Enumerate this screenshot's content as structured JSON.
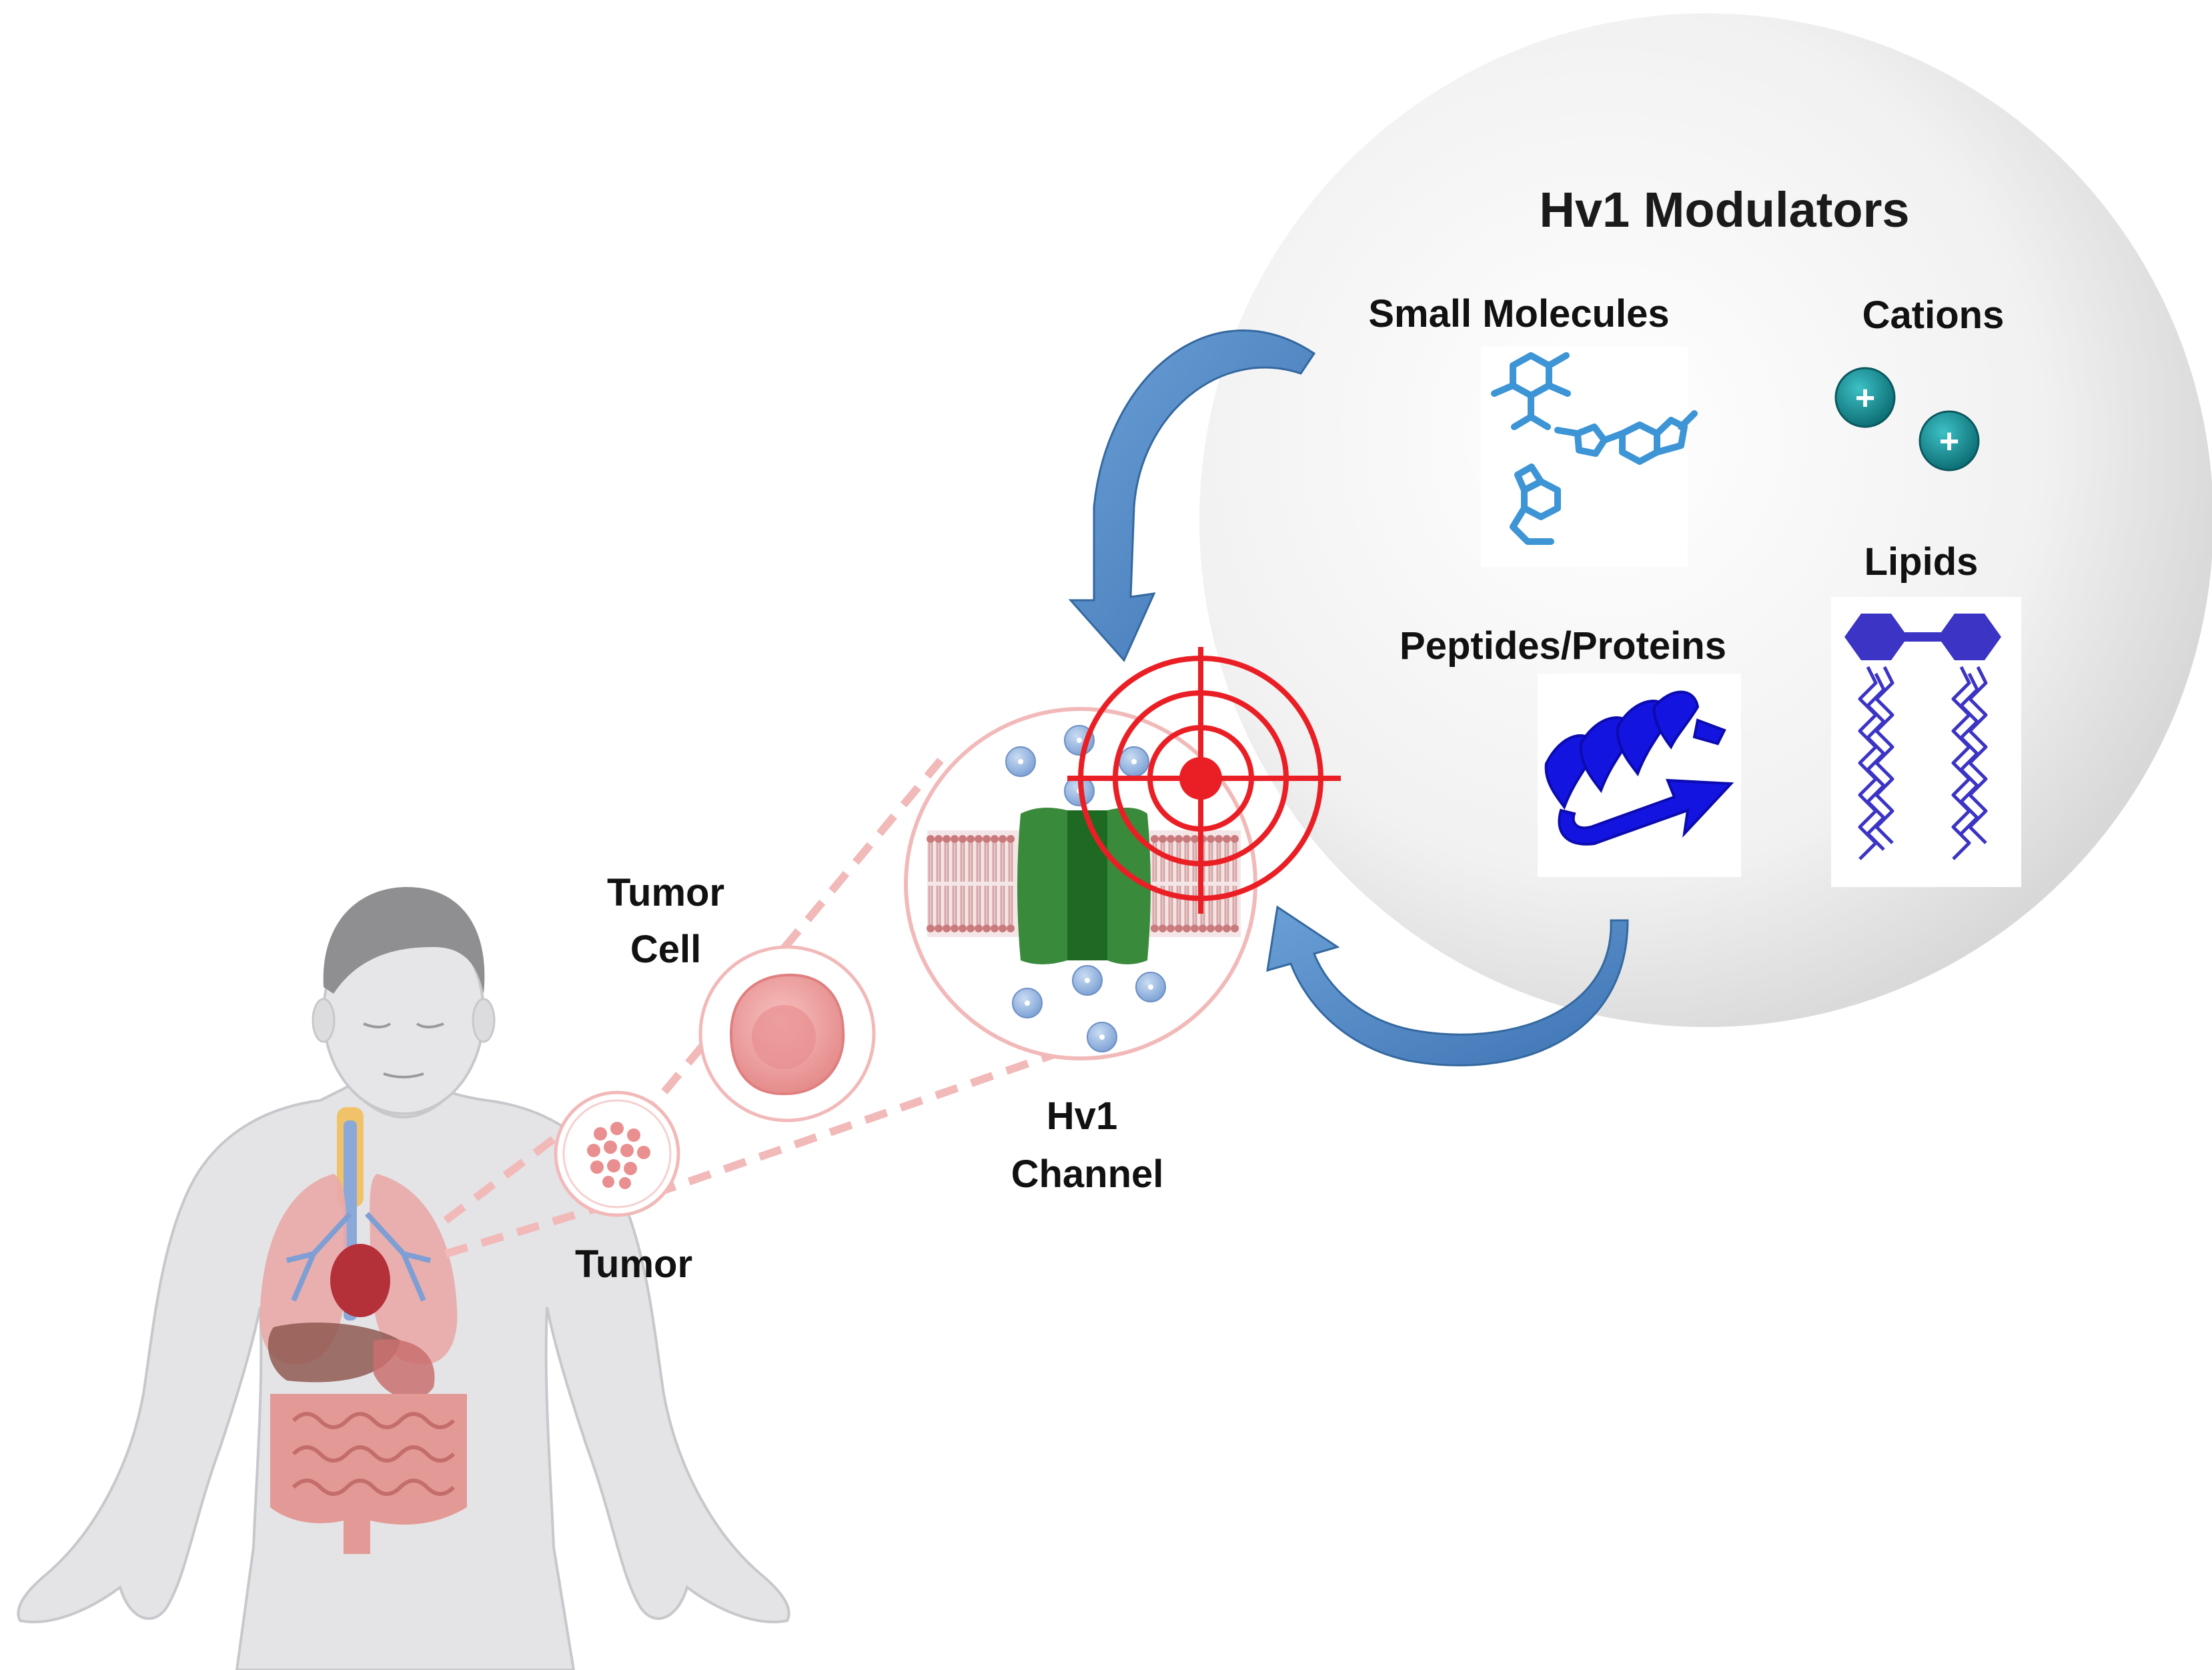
{
  "modulators": {
    "title": "Hv1 Modulators",
    "small_molecules": "Small Molecules",
    "cations": "Cations",
    "peptides_proteins": "Peptides/Proteins",
    "lipids": "Lipids"
  },
  "labels": {
    "tumor": "Tumor",
    "tumor_cell_line1": "Tumor",
    "tumor_cell_line2": "Cell",
    "hv1_line1": "Hv1",
    "hv1_line2": "Channel"
  },
  "cation_symbol": "+",
  "colors": {
    "arrow_blue": "#4f87c2",
    "target_red": "#ea1f25",
    "channel_green": "#3a8a3c",
    "channel_dark_green": "#1f6a22",
    "peptide_blue": "#1414e0",
    "lipid_purple": "#3c34c4",
    "molecule_blue": "#3d95d6",
    "cation_teal": "#139a9f",
    "cell_pink": "#f2a7a7",
    "dashed_pink": "#f2b9b9",
    "sphere_grey": "#ececec"
  }
}
